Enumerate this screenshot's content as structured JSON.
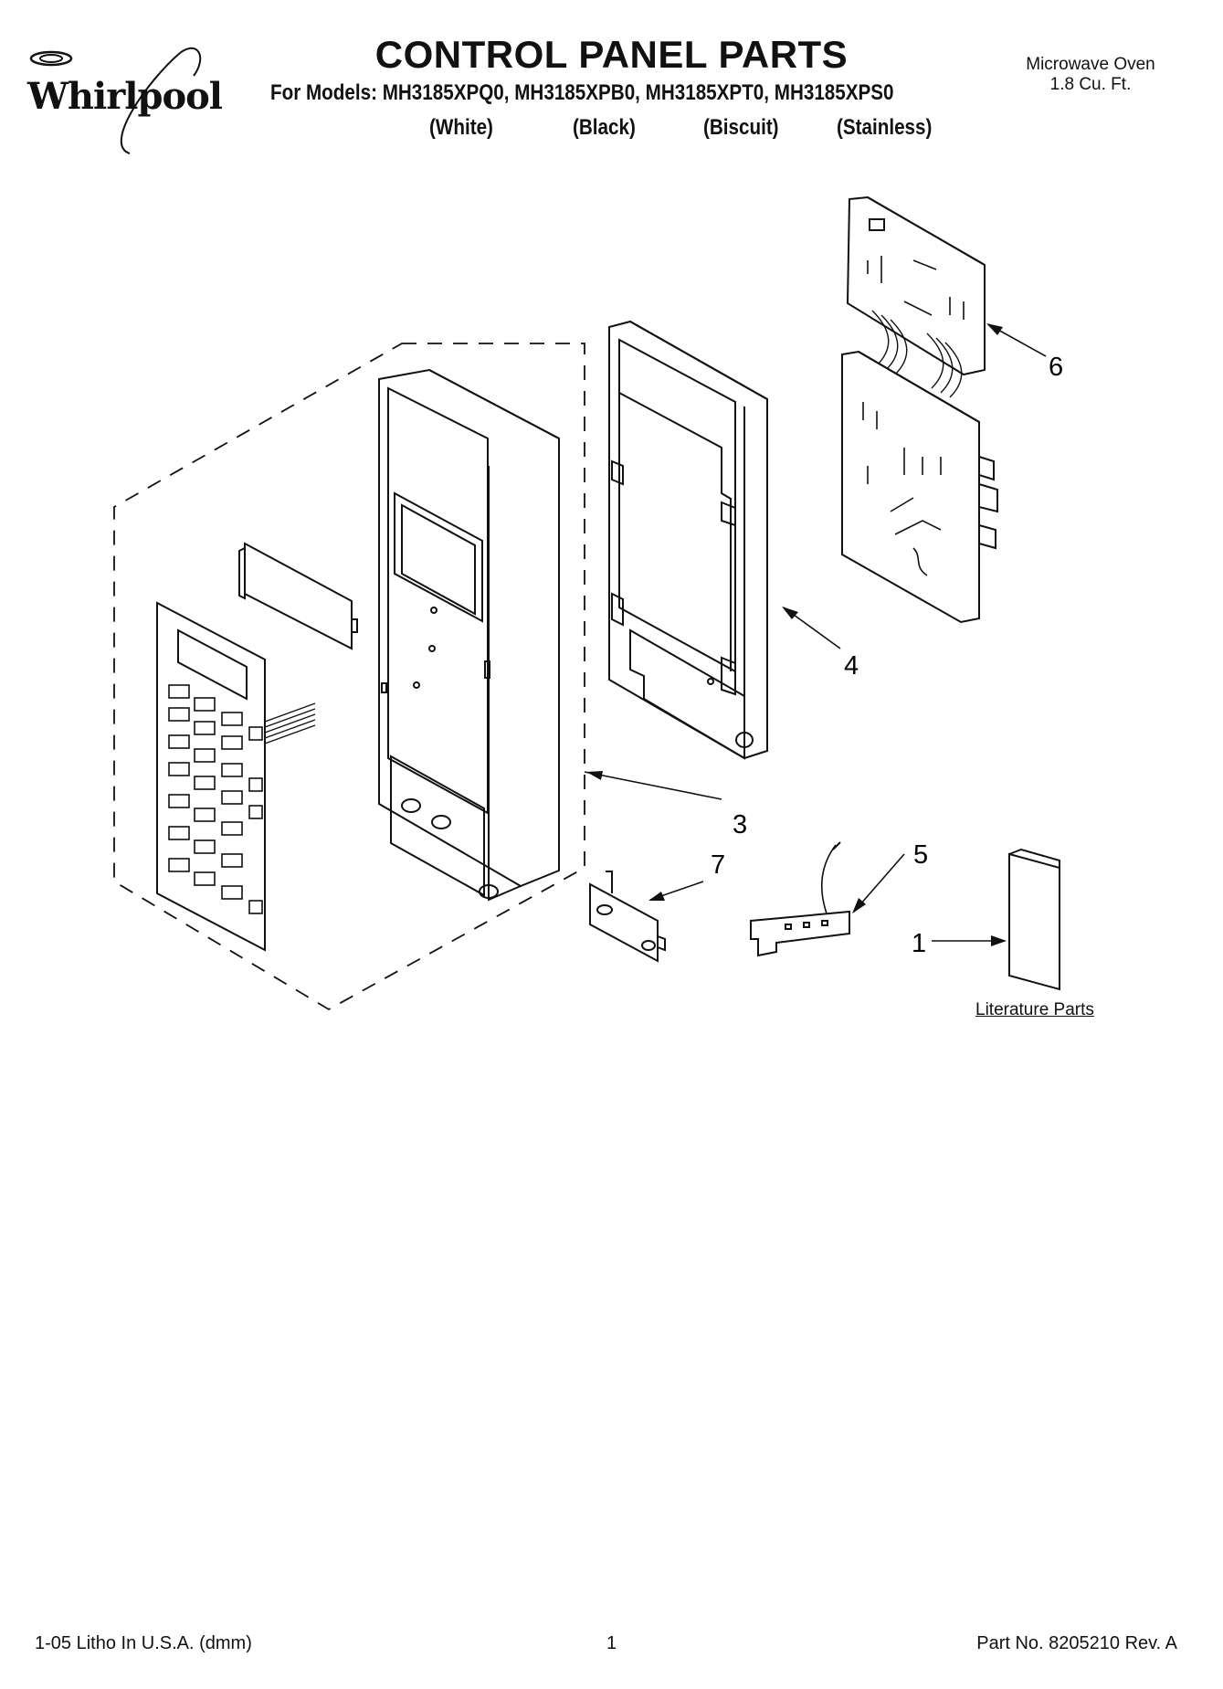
{
  "header": {
    "brand": "Whirlpool",
    "title": "CONTROL PANEL PARTS",
    "models_line": "For Models: MH3185XPQ0, MH3185XPB0, MH3185XPT0, MH3185XPS0",
    "variants": [
      "(White)",
      "(Black)",
      "(Biscuit)",
      "(Stainless)"
    ],
    "product_line1": "Microwave Oven",
    "product_line2": "1.8 Cu. Ft."
  },
  "callouts": [
    "6",
    "4",
    "3",
    "7",
    "5",
    "1"
  ],
  "literature_label": "Literature Parts",
  "footer": {
    "left": "1-05 Litho In U.S.A. (dmm)",
    "page": "1",
    "right": "Part No. 8205210 Rev. A"
  }
}
